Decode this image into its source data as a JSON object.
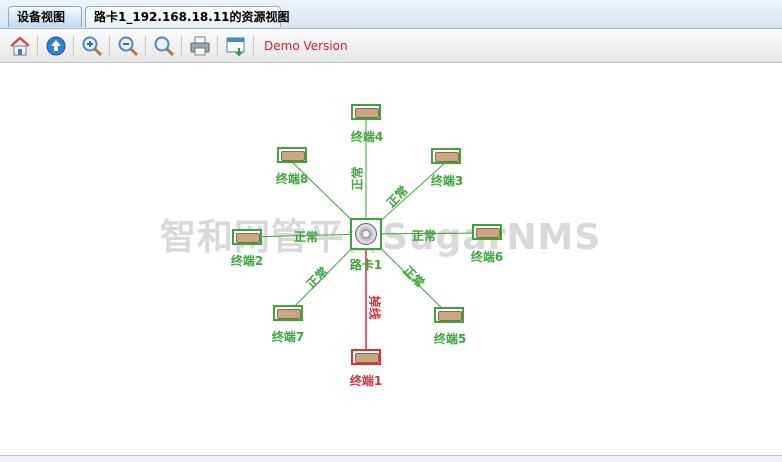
{
  "tabs": [
    {
      "label": "设备视图",
      "active": true
    },
    {
      "label": "路卡1_192.168.18.11的资源视图",
      "active": false
    }
  ],
  "toolbar": {
    "buttons": [
      "home-icon",
      "up-arrow-icon",
      "zoom-in-icon",
      "zoom-out-icon",
      "zoom-fit-icon",
      "print-icon",
      "export-icon"
    ],
    "demo_label": "Demo Version"
  },
  "watermark": "智和网管平台SugarNMS",
  "colors": {
    "normal": "#3da53a",
    "error": "#d9303b"
  },
  "hub": {
    "label": "路卡1"
  },
  "nodes": [
    {
      "id": "t4",
      "label": "终端4",
      "status": "normal",
      "link": "正常"
    },
    {
      "id": "t3",
      "label": "终端3",
      "status": "normal",
      "link": "正常"
    },
    {
      "id": "t8",
      "label": "终端8",
      "status": "normal",
      "link": ""
    },
    {
      "id": "t2",
      "label": "终端2",
      "status": "normal",
      "link": "正常"
    },
    {
      "id": "t6",
      "label": "终端6",
      "status": "normal",
      "link": "正常"
    },
    {
      "id": "t7",
      "label": "终端7",
      "status": "normal",
      "link": "正常"
    },
    {
      "id": "t5",
      "label": "终端5",
      "status": "normal",
      "link": "正常"
    },
    {
      "id": "t1",
      "label": "终端1",
      "status": "error",
      "link": "掉线"
    }
  ]
}
